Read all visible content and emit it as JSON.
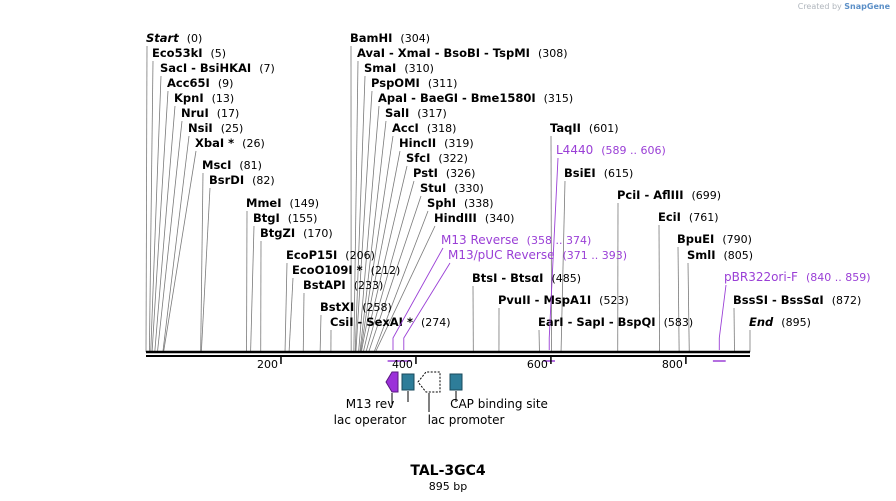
{
  "credit": {
    "prefix": "Created by",
    "brand": "SnapGene"
  },
  "title": "TAL-3GC4",
  "subtitle": "895 bp",
  "ruler": {
    "length": 895,
    "ticks": [
      {
        "value": 200,
        "label": "200"
      },
      {
        "value": 400,
        "label": "400"
      },
      {
        "value": 600,
        "label": "600"
      },
      {
        "value": 800,
        "label": "800"
      }
    ]
  },
  "sites": [
    {
      "name": "Start",
      "pos": "(0)",
      "bp": 0,
      "italic": true
    },
    {
      "name": "Eco53kI",
      "pos": "(5)",
      "bp": 5
    },
    {
      "name": "SacI  - BsiHKAI",
      "pos": "(7)",
      "bp": 7
    },
    {
      "name": "Acc65I",
      "pos": "(9)",
      "bp": 9
    },
    {
      "name": "KpnI",
      "pos": "(13)",
      "bp": 13
    },
    {
      "name": "NruI",
      "pos": "(17)",
      "bp": 17
    },
    {
      "name": "NsiI",
      "pos": "(25)",
      "bp": 25
    },
    {
      "name": "XbaI *",
      "pos": "(26)",
      "bp": 26
    },
    {
      "name": "MscI",
      "pos": "(81)",
      "bp": 81
    },
    {
      "name": "BsrDI",
      "pos": "(82)",
      "bp": 82
    },
    {
      "name": "MmeI",
      "pos": "(149)",
      "bp": 149
    },
    {
      "name": "BtgI",
      "pos": "(155)",
      "bp": 155
    },
    {
      "name": "BtgZI",
      "pos": "(170)",
      "bp": 170
    },
    {
      "name": "EcoP15I",
      "pos": "(206)",
      "bp": 206
    },
    {
      "name": "EcoO109I *",
      "pos": "(212)",
      "bp": 212
    },
    {
      "name": "BstAPI",
      "pos": "(233)",
      "bp": 233
    },
    {
      "name": "BstXI",
      "pos": "(258)",
      "bp": 258
    },
    {
      "name": "CsiI  - SexAI *",
      "pos": "(274)",
      "bp": 274
    },
    {
      "name": "BamHI",
      "pos": "(304)",
      "bp": 304
    },
    {
      "name": "AvaI  - XmaI  - BsoBI  - TspMI",
      "pos": "(308)",
      "bp": 308
    },
    {
      "name": "SmaI",
      "pos": "(310)",
      "bp": 310
    },
    {
      "name": "PspOMI",
      "pos": "(311)",
      "bp": 311
    },
    {
      "name": "ApaI  - BaeGI  - Bme1580I",
      "pos": "(315)",
      "bp": 315
    },
    {
      "name": "SalI",
      "pos": "(317)",
      "bp": 317
    },
    {
      "name": "AccI",
      "pos": "(318)",
      "bp": 318
    },
    {
      "name": "HincII",
      "pos": "(319)",
      "bp": 319
    },
    {
      "name": "SfcI",
      "pos": "(322)",
      "bp": 322
    },
    {
      "name": "PstI",
      "pos": "(326)",
      "bp": 326
    },
    {
      "name": "StuI",
      "pos": "(330)",
      "bp": 330
    },
    {
      "name": "SphI",
      "pos": "(338)",
      "bp": 338
    },
    {
      "name": "HindIII",
      "pos": "(340)",
      "bp": 340
    },
    {
      "name": "BtsI  - BtsαI",
      "pos": "(485)",
      "bp": 485
    },
    {
      "name": "PvuII  - MspA1I",
      "pos": "(523)",
      "bp": 523
    },
    {
      "name": "EarI  - SapI  - BspQI",
      "pos": "(583)",
      "bp": 583
    },
    {
      "name": "TaqII",
      "pos": "(601)",
      "bp": 601
    },
    {
      "name": "BsiEI",
      "pos": "(615)",
      "bp": 615
    },
    {
      "name": "PciI  - AflIII",
      "pos": "(699)",
      "bp": 699
    },
    {
      "name": "EciI",
      "pos": "(761)",
      "bp": 761
    },
    {
      "name": "BpuEI",
      "pos": "(790)",
      "bp": 790
    },
    {
      "name": "SmlI",
      "pos": "(805)",
      "bp": 805
    },
    {
      "name": "BssSI  - BssSαI",
      "pos": "(872)",
      "bp": 872
    },
    {
      "name": "End",
      "pos": "(895)",
      "bp": 895,
      "italic": true
    }
  ],
  "primers": [
    {
      "name": "L4440",
      "range": "(589 .. 606)",
      "start": 589,
      "end": 606
    },
    {
      "name": "M13 Reverse",
      "range": "(358 .. 374)",
      "start": 358,
      "end": 374
    },
    {
      "name": "M13/pUC Reverse",
      "range": "(371 .. 393)",
      "start": 371,
      "end": 393
    },
    {
      "name": "pBR322ori-F",
      "range": "(840 .. 859)",
      "start": 840,
      "end": 859
    }
  ],
  "features": [
    {
      "name": "M13 rev",
      "type": "primer_bind",
      "color": "#9b30d9"
    },
    {
      "name": "lac operator",
      "type": "protein_bind",
      "color": "#2e7d99"
    },
    {
      "name": "lac promoter",
      "type": "promoter",
      "color": "#ffffff"
    },
    {
      "name": "CAP binding site",
      "type": "protein_bind",
      "color": "#2e7d99"
    }
  ],
  "colors": {
    "primer": "#9a3fd6",
    "protein_bind": "#2e7d99",
    "sequence": "#000000"
  }
}
